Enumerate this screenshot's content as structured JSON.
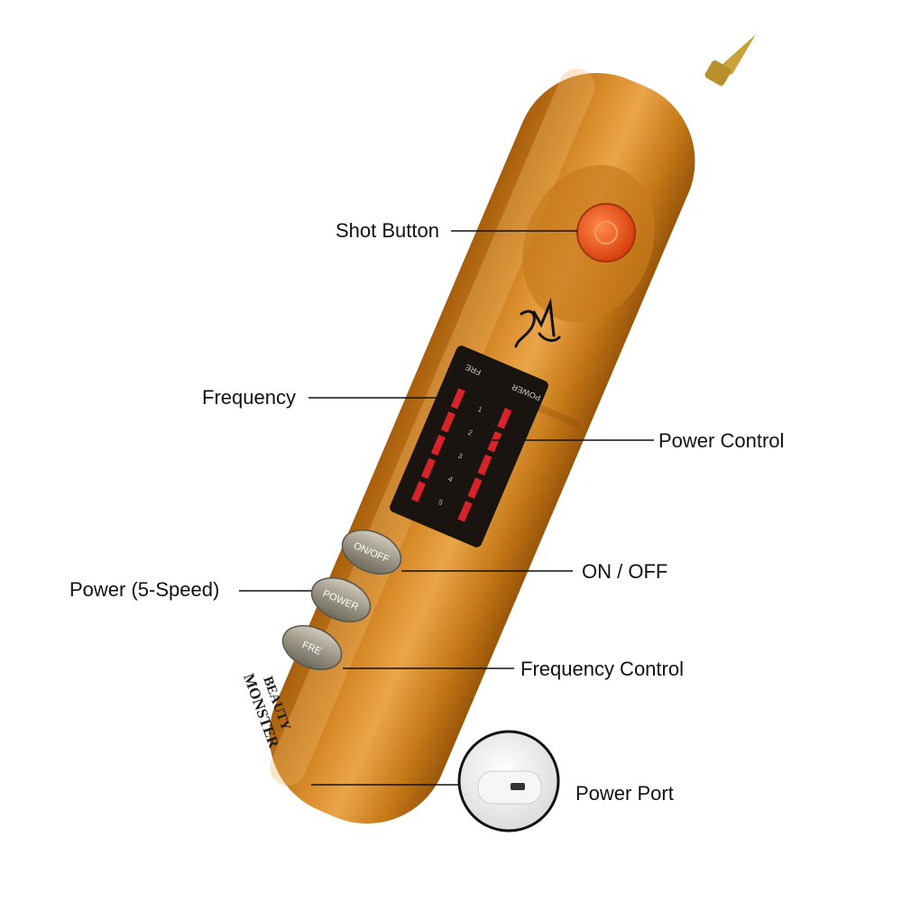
{
  "callouts": {
    "shot_button": "Shot Button",
    "frequency": "Frequency",
    "power_control": "Power Control",
    "on_off": "ON / OFF",
    "power_5_speed": "Power (5-Speed)",
    "frequency_control": "Frequency Control",
    "power_port": "Power Port"
  },
  "device": {
    "button_on_off": "ON/OFF",
    "button_power": "POWER",
    "button_fre": "FRE",
    "display_fre_label": "FRE",
    "display_power_label": "POWER",
    "display_levels": [
      "1",
      "2",
      "3",
      "4",
      "5"
    ],
    "brand_logo_text": "MONSTER BEAUTY",
    "monogram": "MS"
  },
  "colors": {
    "body": "#c77a18",
    "body_highlight": "#eaa54a",
    "shot_button": "#f0561e",
    "display_bg": "#1a1410",
    "led_red": "#d8232a",
    "button_silver": "#9c9787"
  }
}
